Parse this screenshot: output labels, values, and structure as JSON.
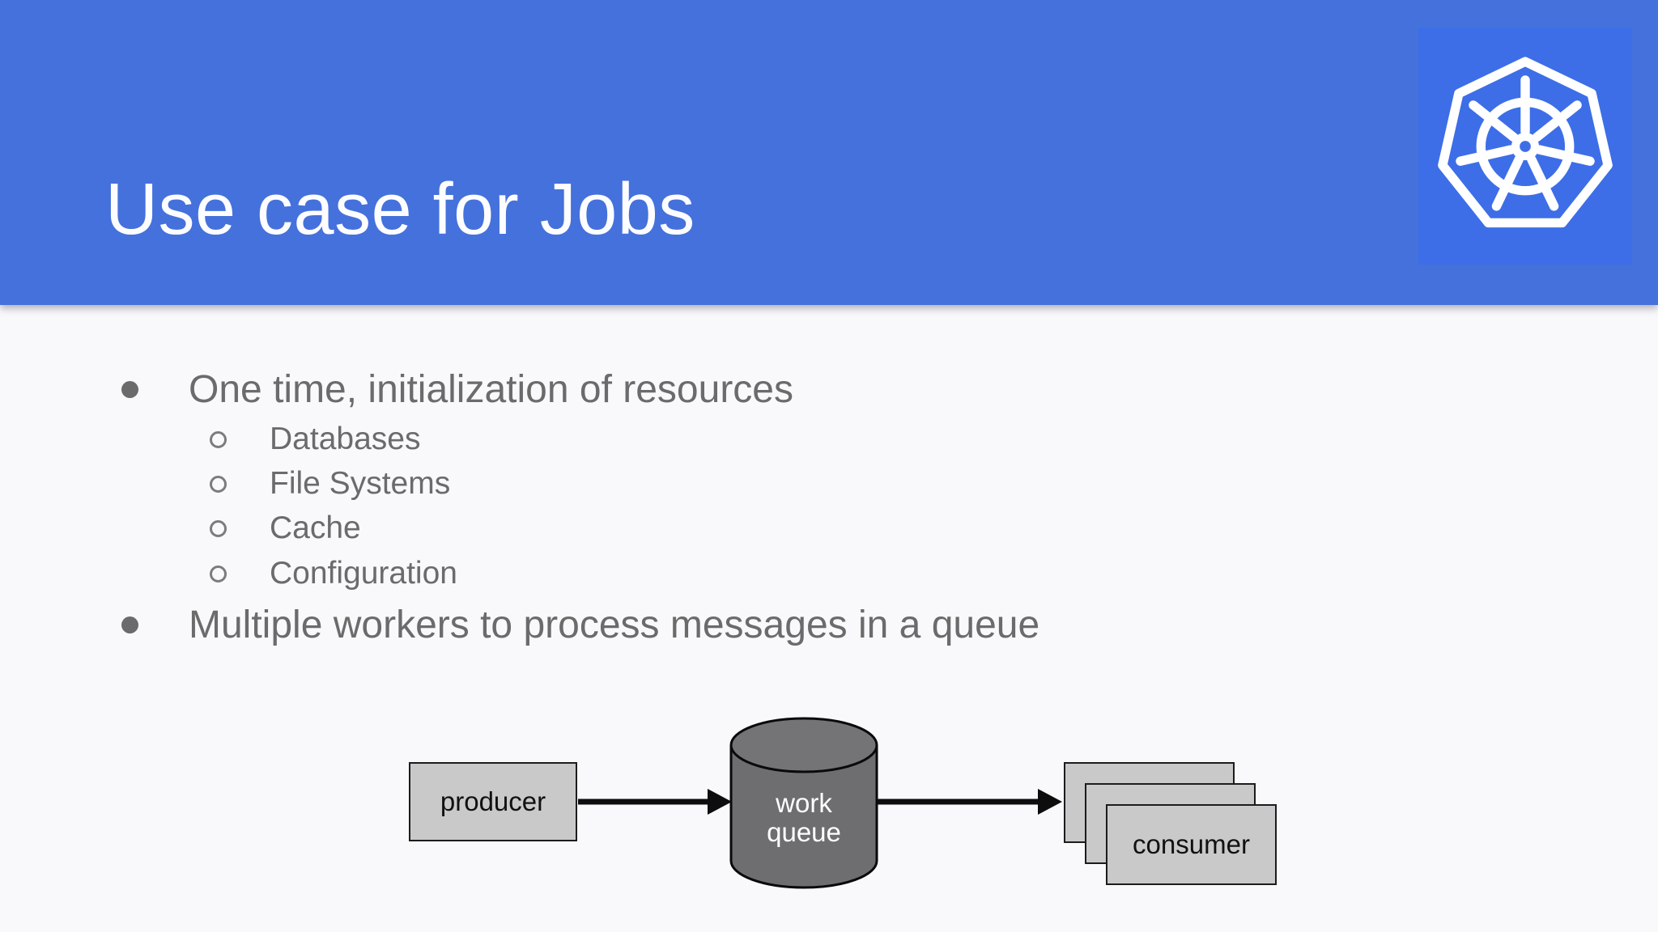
{
  "slide": {
    "title": "Use case for Jobs",
    "bullets": [
      {
        "level": 1,
        "text": "One time, initialization of resources"
      },
      {
        "level": 2,
        "text": "Databases"
      },
      {
        "level": 2,
        "text": "File Systems"
      },
      {
        "level": 2,
        "text": "Cache"
      },
      {
        "level": 2,
        "text": "Configuration"
      },
      {
        "level": 1,
        "text": "Multiple workers to process messages in a queue"
      }
    ],
    "logo": "kubernetes-helm-logo"
  },
  "diagram": {
    "producer_label": "producer",
    "queue_label_line1": "work",
    "queue_label_line2": "queue",
    "consumer_label": "consumer"
  },
  "colors": {
    "header_blue": "#4571dc",
    "logo_tile_blue": "#3d6ee8",
    "body_background": "#f9f8fa",
    "bullet_text_gray": "#6b6b6b",
    "diagram_box_fill": "#c9c9c9",
    "cylinder_fill": "#6e6e70",
    "diagram_line_black": "#0d0d0d",
    "title_white": "#fdfdff"
  }
}
